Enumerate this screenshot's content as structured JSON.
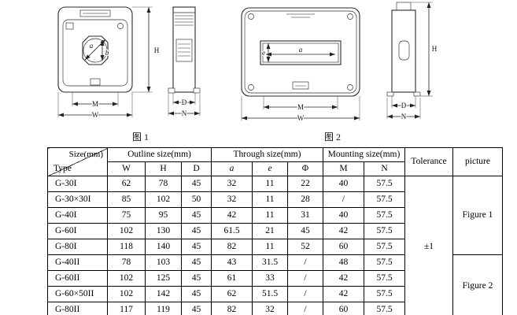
{
  "figures": {
    "fig1": {
      "caption": "图 1"
    },
    "fig2": {
      "caption": "图 2"
    },
    "dims": {
      "a": "a",
      "b": "b",
      "e": "e",
      "H": "H",
      "M": "M",
      "W": "W",
      "D": "D",
      "N": "N"
    }
  },
  "table": {
    "corner": {
      "top": "Size(mm)",
      "bottom": "Type"
    },
    "groups": {
      "outline": "Outline size(mm)",
      "through": "Through size(mm)",
      "mounting": "Mounting size(mm)",
      "tolerance": "Tolerance",
      "picture": "picture"
    },
    "subheaders": {
      "w": "W",
      "h": "H",
      "d": "D",
      "a": "a",
      "e": "e",
      "phi": "Φ",
      "m": "M",
      "n": "N"
    },
    "tolerance_value": "±1",
    "picture_groups": [
      {
        "label": "Figure 1"
      },
      {
        "label": "Figure 2"
      }
    ],
    "rows": [
      {
        "type": "G-30I",
        "w": "62",
        "h": "78",
        "d": "45",
        "a": "32",
        "e": "11",
        "phi": "22",
        "m": "40",
        "n": "57.5"
      },
      {
        "type": "G-30×30I",
        "w": "85",
        "h": "102",
        "d": "50",
        "a": "32",
        "e": "11",
        "phi": "28",
        "m": "/",
        "n": "57.5"
      },
      {
        "type": "G-40I",
        "w": "75",
        "h": "95",
        "d": "45",
        "a": "42",
        "e": "11",
        "phi": "31",
        "m": "40",
        "n": "57.5"
      },
      {
        "type": "G-60I",
        "w": "102",
        "h": "130",
        "d": "45",
        "a": "61.5",
        "e": "21",
        "phi": "45",
        "m": "42",
        "n": "57.5"
      },
      {
        "type": "G-80I",
        "w": "118",
        "h": "140",
        "d": "45",
        "a": "82",
        "e": "11",
        "phi": "52",
        "m": "60",
        "n": "57.5"
      },
      {
        "type": "G-40II",
        "w": "78",
        "h": "103",
        "d": "45",
        "a": "43",
        "e": "31.5",
        "phi": "/",
        "m": "48",
        "n": "57.5"
      },
      {
        "type": "G-60II",
        "w": "102",
        "h": "125",
        "d": "45",
        "a": "61",
        "e": "33",
        "phi": "/",
        "m": "42",
        "n": "57.5"
      },
      {
        "type": "G-60×50II",
        "w": "102",
        "h": "142",
        "d": "45",
        "a": "62",
        "e": "51.5",
        "phi": "/",
        "m": "42",
        "n": "57.5"
      },
      {
        "type": "G-80II",
        "w": "117",
        "h": "119",
        "d": "45",
        "a": "82",
        "e": "32",
        "phi": "/",
        "m": "60",
        "n": "57.5"
      }
    ]
  }
}
